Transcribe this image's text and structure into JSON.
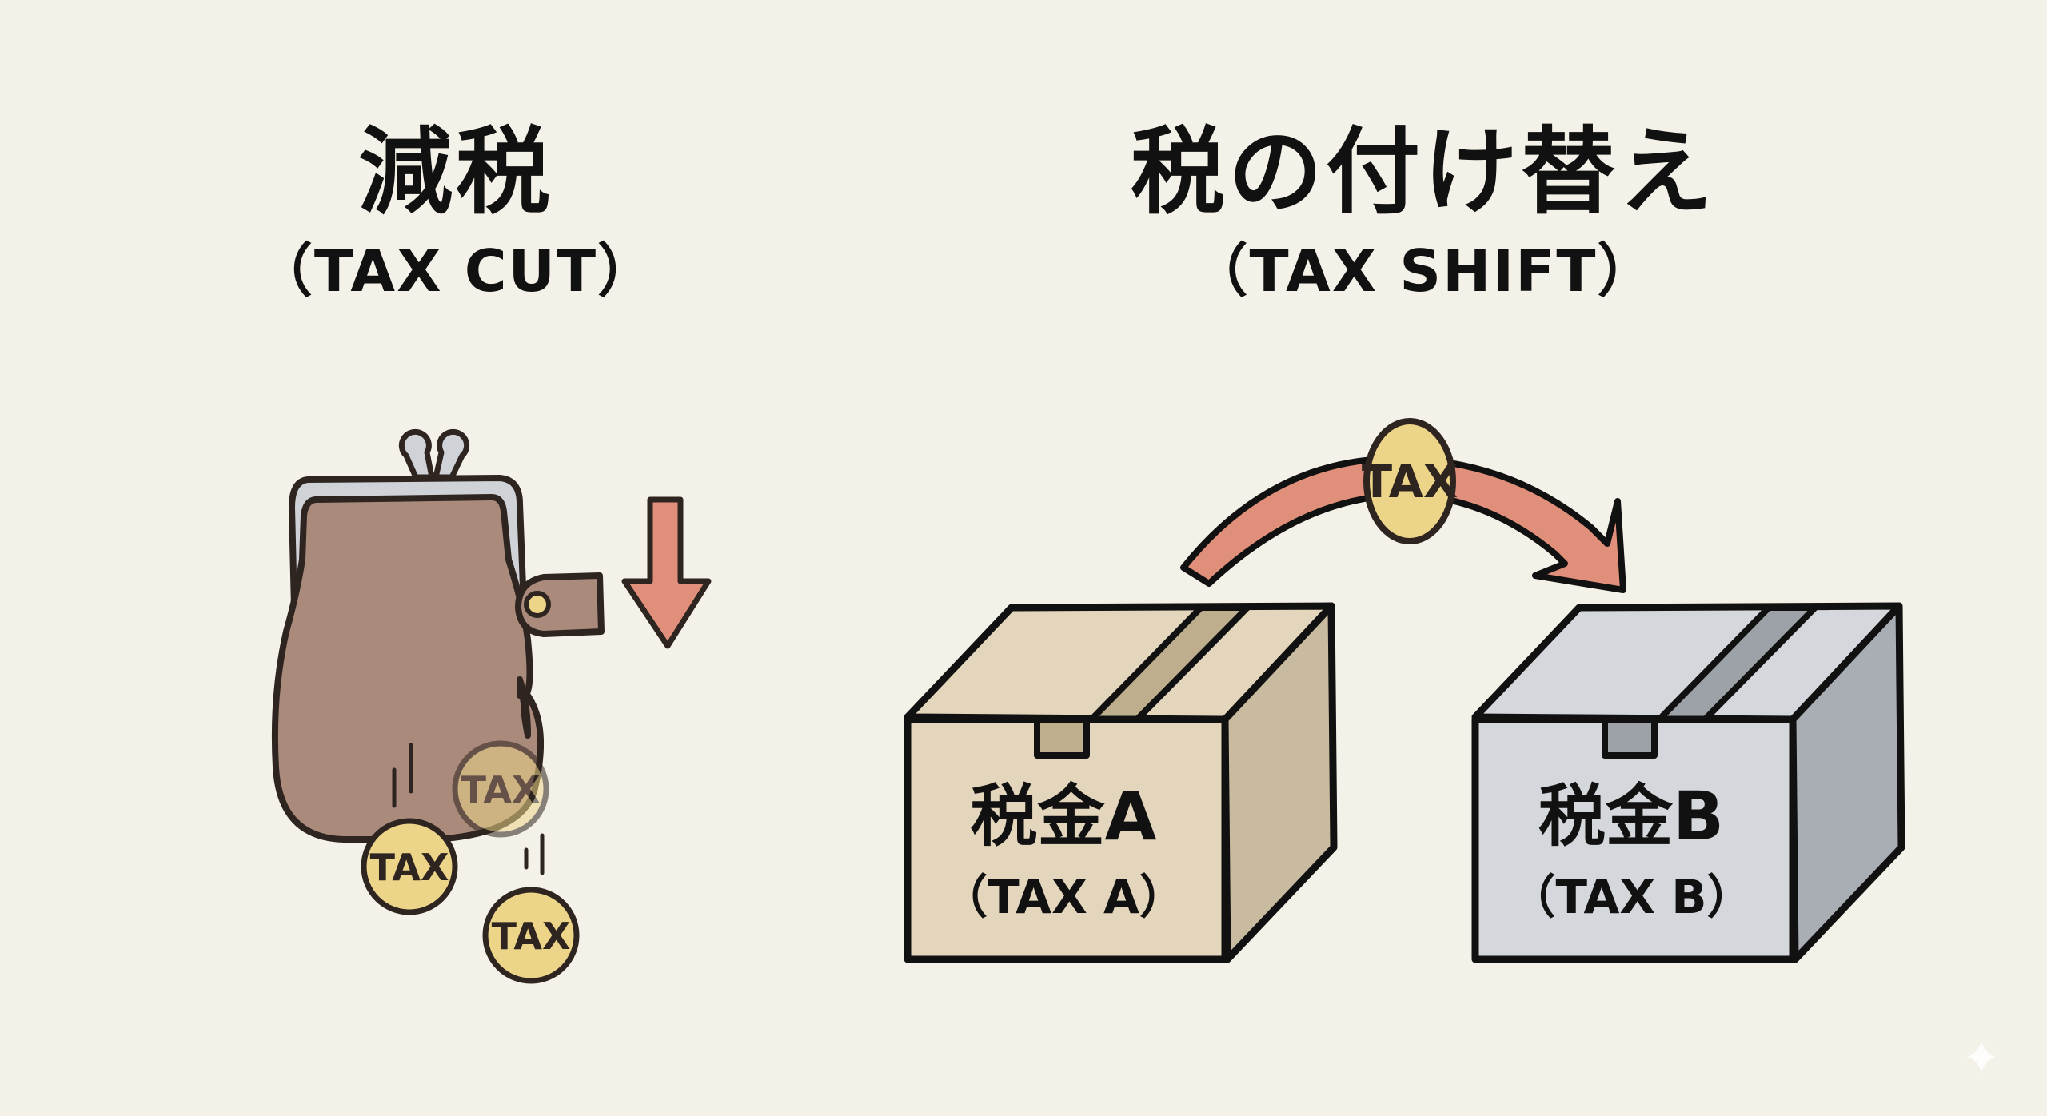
{
  "left_panel": {
    "title_jp": "減税",
    "title_en": "（TAX CUT）",
    "coins": [
      "TAX",
      "TAX",
      "TAX"
    ]
  },
  "right_panel": {
    "title_jp": "税の付け替え",
    "title_en": "（TAX SHIFT）",
    "moving_coin": "TAX",
    "box_a": {
      "label_jp": "税金A",
      "label_en": "（TAX A）"
    },
    "box_b": {
      "label_jp": "税金B",
      "label_en": "（TAX B）"
    }
  },
  "colors": {
    "background": "#f4f2e8",
    "outline": "#2e2420",
    "purse_body": "#a98a7b",
    "purse_frame": "#cfd2d6",
    "arrow": "#e0907a",
    "coin": "#ecd488",
    "box_a_front": "#e3d6bd",
    "box_a_side": "#c9bba0",
    "box_a_tape": "#bfae8e",
    "box_b_front": "#d4d7db",
    "box_b_side": "#a9aeb5",
    "box_b_tape": "#9da2a9"
  }
}
